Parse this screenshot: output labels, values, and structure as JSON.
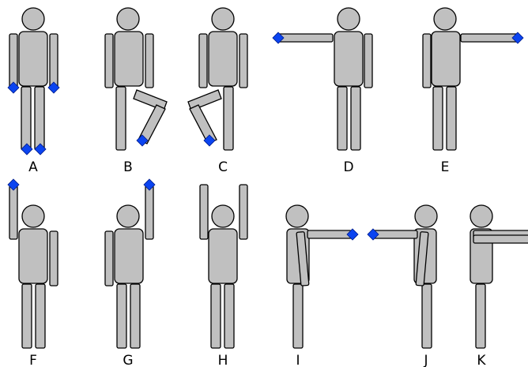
{
  "colors": {
    "body_fill": "#c0c0c0",
    "outline": "#000000",
    "marker": "#0b44f0",
    "background": "#ffffff"
  },
  "figures": [
    {
      "id": "a",
      "label": "A"
    },
    {
      "id": "b",
      "label": "B"
    },
    {
      "id": "c",
      "label": "C"
    },
    {
      "id": "d",
      "label": "D"
    },
    {
      "id": "e",
      "label": "E"
    },
    {
      "id": "f",
      "label": "F"
    },
    {
      "id": "g",
      "label": "G"
    },
    {
      "id": "h",
      "label": "H"
    },
    {
      "id": "i",
      "label": "I"
    },
    {
      "id": "j",
      "label": "J"
    },
    {
      "id": "k",
      "label": "K"
    }
  ]
}
